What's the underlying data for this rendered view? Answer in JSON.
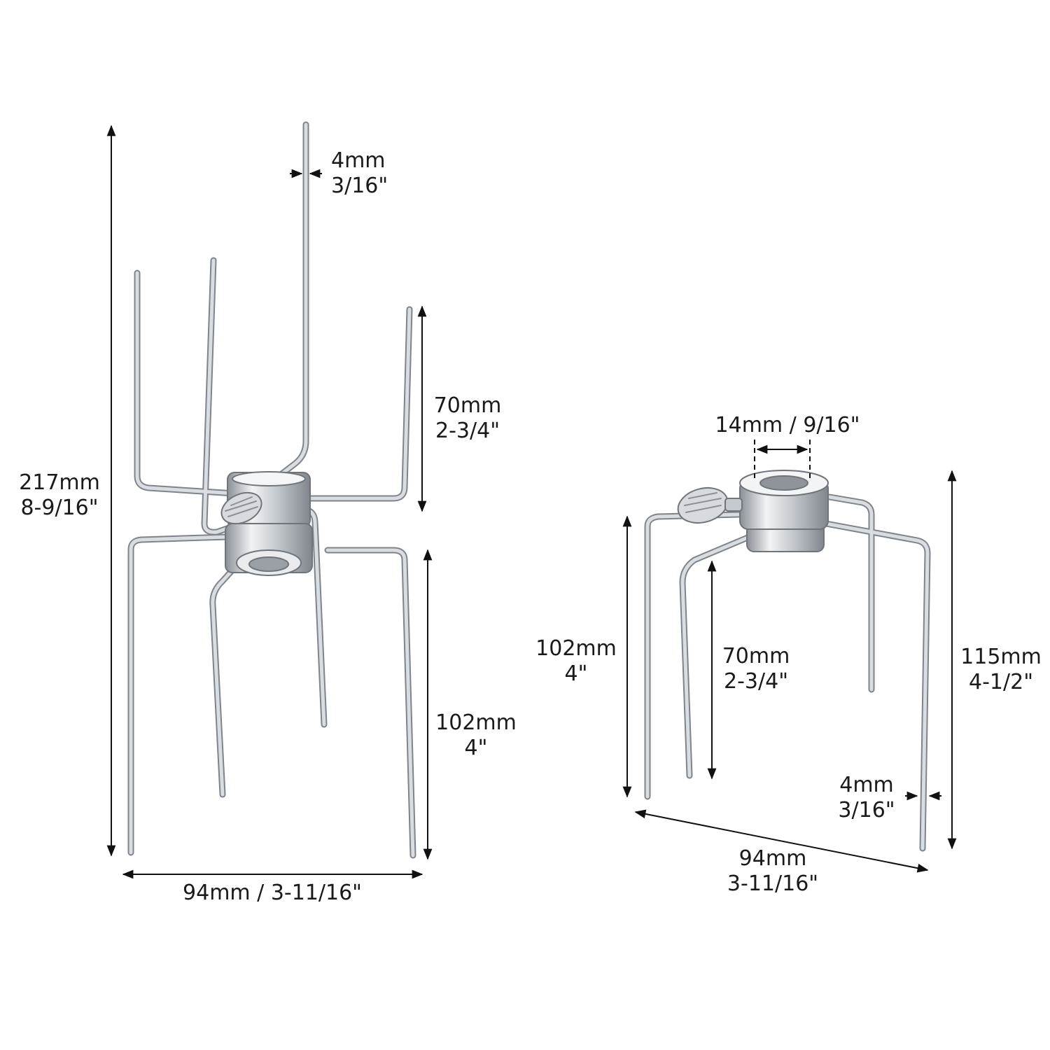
{
  "colors": {
    "background": "#ffffff",
    "text": "#1a1a1a",
    "arrow": "#111111",
    "steel": "#b9bec3",
    "steel_dark": "#7d848b",
    "steel_light": "#eef0f2"
  },
  "left_fork": {
    "overall_height": {
      "mm": "217mm",
      "inch": "8-9/16\""
    },
    "rod_diameter": {
      "mm": "4mm",
      "inch": "3/16\""
    },
    "upper_prong": {
      "mm": "70mm",
      "inch": "2-3/4\""
    },
    "lower_prong": {
      "mm": "102mm",
      "inch": "4\""
    },
    "width": {
      "text": "94mm / 3-11/16\""
    }
  },
  "right_fork": {
    "bore": {
      "text": "14mm / 9/16\""
    },
    "long_prong": {
      "mm": "102mm",
      "inch": "4\""
    },
    "short_prong": {
      "mm": "70mm",
      "inch": "2-3/4\""
    },
    "overall_height": {
      "mm": "115mm",
      "inch": "4-1/2\""
    },
    "rod_diameter": {
      "mm": "4mm",
      "inch": "3/16\""
    },
    "width": {
      "mm": "94mm",
      "inch": "3-11/16\""
    }
  }
}
